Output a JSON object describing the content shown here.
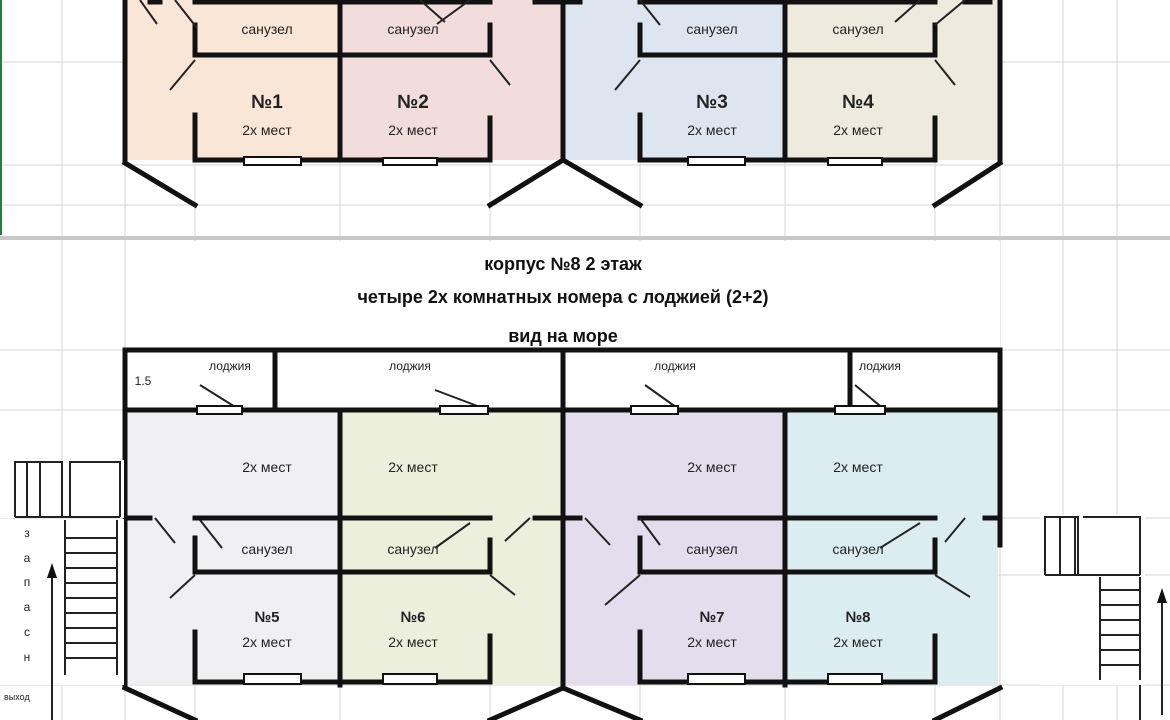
{
  "floor1": {
    "rooms": [
      {
        "number": "№1",
        "beds": "2х мест",
        "bath": "санузел",
        "color": "#fae6d7"
      },
      {
        "number": "№2",
        "beds": "2х мест",
        "bath": "санузел",
        "color": "#f2dcdc"
      },
      {
        "number": "№3",
        "beds": "2х мест",
        "bath": "санузел",
        "color": "#dde6f0"
      },
      {
        "number": "№4",
        "beds": "2х мест",
        "bath": "санузел",
        "color": "#eeebde"
      }
    ]
  },
  "header": {
    "line1": "корпус №8 2 этаж",
    "line2": "четыре 2х комнатных номера с лоджией (2+2)",
    "line3": "вид на море"
  },
  "floor2": {
    "loggia_label": "лоджия",
    "loggia_size": "1.5",
    "rooms": [
      {
        "number": "№5",
        "beds": "2х мест",
        "upper_beds": "2х мест",
        "bath": "санузел",
        "color": "#f0f0f2"
      },
      {
        "number": "№6",
        "beds": "2х мест",
        "upper_beds": "2х мест",
        "bath": "санузел",
        "color": "#ebefdc"
      },
      {
        "number": "№7",
        "beds": "2х мест",
        "upper_beds": "2х мест",
        "bath": "санузел",
        "color": "#e3dded"
      },
      {
        "number": "№8",
        "beds": "2х мест",
        "upper_beds": "2х мест",
        "bath": "санузел",
        "color": "#dcedf2"
      }
    ]
  },
  "emergency": {
    "letters": [
      "з",
      "а",
      "п",
      "а",
      "с",
      "н"
    ],
    "exit_label": "выход"
  }
}
